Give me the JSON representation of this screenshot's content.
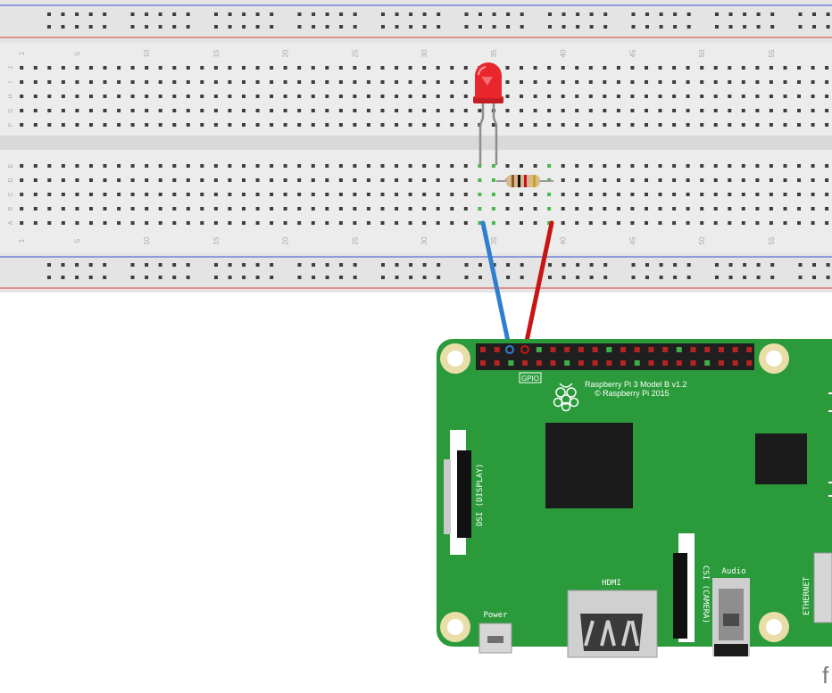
{
  "breadboard": {
    "column_numbers": [
      "1",
      "5",
      "10",
      "15",
      "20",
      "25",
      "30",
      "35",
      "40",
      "45",
      "50",
      "55"
    ],
    "row_letters_top": [
      "J",
      "I",
      "H",
      "G",
      "F"
    ],
    "row_letters_bottom": [
      "E",
      "D",
      "C",
      "B",
      "A"
    ]
  },
  "components": {
    "led_color": "#e8262b",
    "resistor_bands": [
      "#8b5a2b",
      "#111111",
      "#c8102e",
      "#c9a227"
    ],
    "wire_colors": {
      "blue": "#2f7fd1",
      "red": "#c81414"
    },
    "active_hole_color": "#47b84a"
  },
  "board": {
    "gpio_label": "GPIO",
    "model_line1": "Raspberry Pi 3 Model B v1.2",
    "model_line2": "© Raspberry Pi 2015",
    "dsi_label": "DSI (DISPLAY)",
    "csi_label": "CSI (CAMERA)",
    "hdmi_label": "HDMI",
    "audio_label": "Audio",
    "power_label": "Power",
    "ethernet_label": "ETHERNET",
    "pcb_color": "#2a9a3a"
  },
  "credit_text": "f"
}
